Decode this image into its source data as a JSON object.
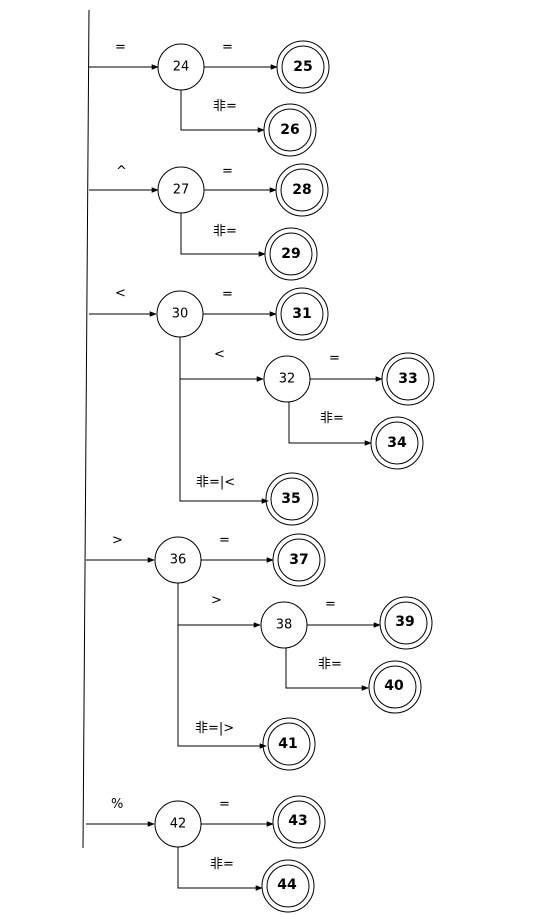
{
  "diagram": {
    "type": "finite-state-automaton",
    "groups": [
      {
        "entry_label": "=",
        "state": "24",
        "transitions": [
          {
            "label": "=",
            "target": "25",
            "final": true
          },
          {
            "label": "非=",
            "target": "26",
            "final": true
          }
        ]
      },
      {
        "entry_label": "^",
        "state": "27",
        "transitions": [
          {
            "label": "=",
            "target": "28",
            "final": true
          },
          {
            "label": "非=",
            "target": "29",
            "final": true
          }
        ]
      },
      {
        "entry_label": "<",
        "state": "30",
        "transitions": [
          {
            "label": "=",
            "target": "31",
            "final": true
          },
          {
            "label": "<",
            "target": "32",
            "final": false,
            "transitions": [
              {
                "label": "=",
                "target": "33",
                "final": true
              },
              {
                "label": "非=",
                "target": "34",
                "final": true
              }
            ]
          },
          {
            "label": "非=|<",
            "target": "35",
            "final": true
          }
        ]
      },
      {
        "entry_label": ">",
        "state": "36",
        "transitions": [
          {
            "label": "=",
            "target": "37",
            "final": true
          },
          {
            "label": ">",
            "target": "38",
            "final": false,
            "transitions": [
              {
                "label": "=",
                "target": "39",
                "final": true
              },
              {
                "label": "非=",
                "target": "40",
                "final": true
              }
            ]
          },
          {
            "label": "非=|>",
            "target": "41",
            "final": true
          }
        ]
      },
      {
        "entry_label": "%",
        "state": "42",
        "transitions": [
          {
            "label": "=",
            "target": "43",
            "final": true
          },
          {
            "label": "非=",
            "target": "44",
            "final": true
          }
        ]
      }
    ]
  }
}
